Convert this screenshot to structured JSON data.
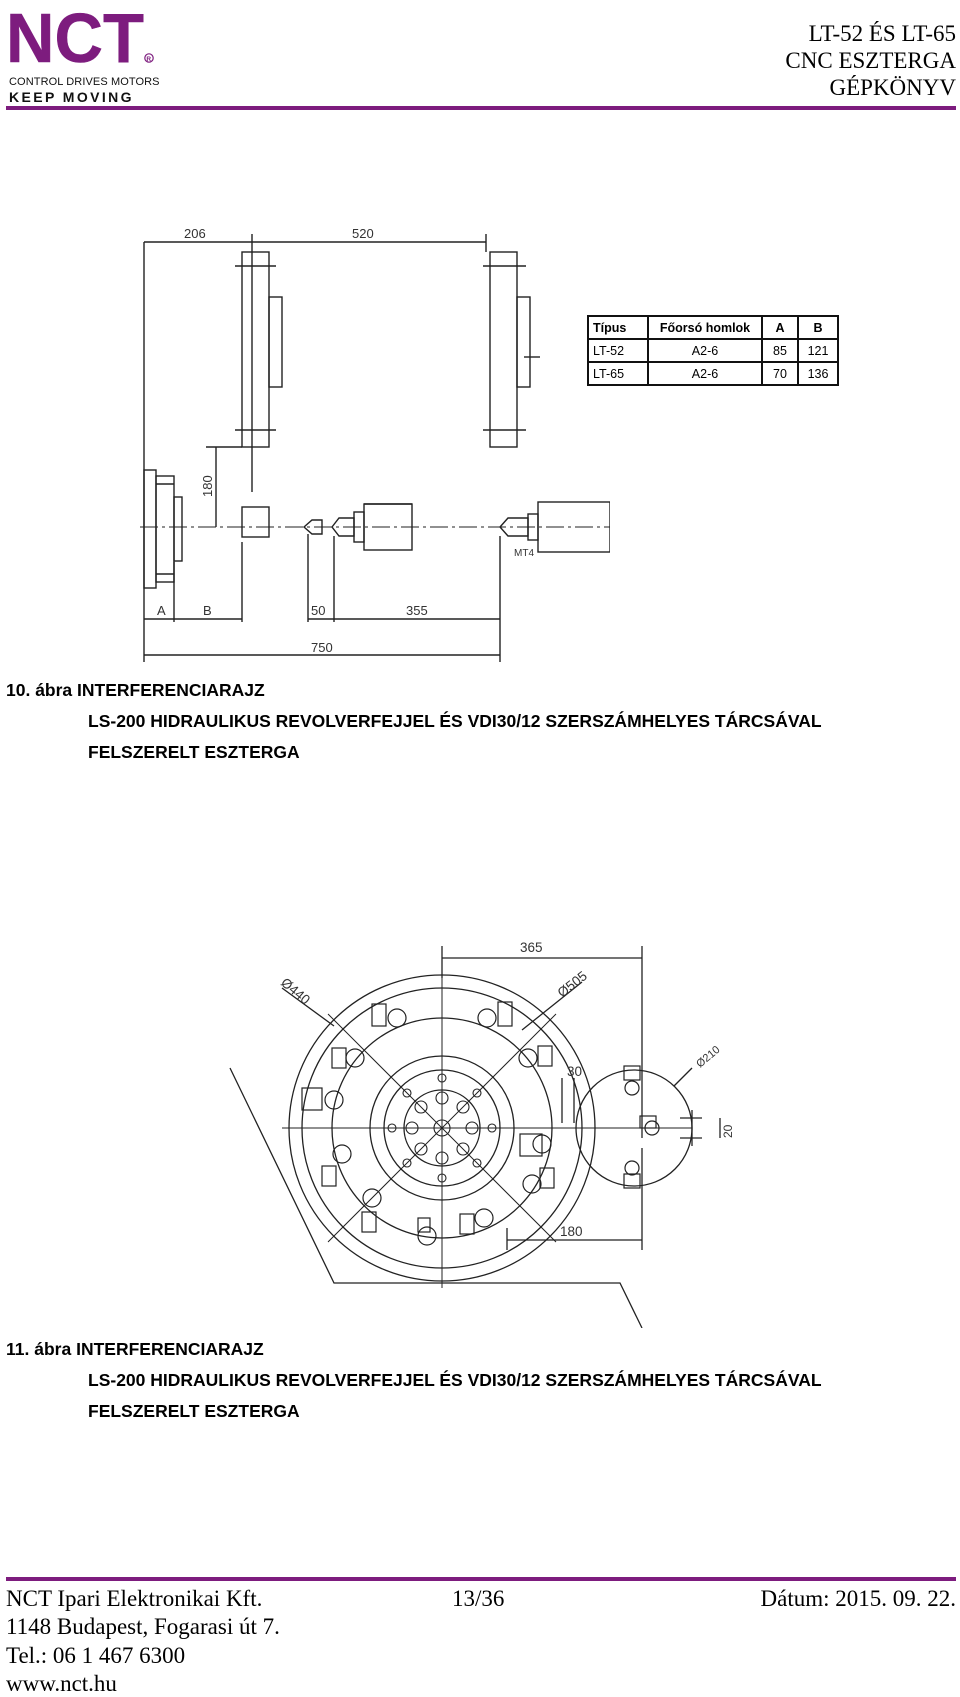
{
  "header": {
    "logo_text": "NCT",
    "logo_line1": "CONTROL DRIVES MOTORS",
    "logo_line2": "KEEP MOVING",
    "title_lines": [
      "LT-52 ÉS LT-65",
      "CNC ESZTERGA",
      "GÉPKÖNYV"
    ],
    "accent_color": "#7d1c7e"
  },
  "figure10": {
    "dimensions": {
      "d206": "206",
      "d520": "520",
      "d180": "180",
      "d50": "50",
      "d355": "355",
      "d750": "750",
      "dA": "A",
      "dB": "B",
      "mt4": "MT4"
    },
    "table": {
      "headers": [
        "Típus",
        "Főorsó homlok",
        "A",
        "B"
      ],
      "rows": [
        [
          "LT-52",
          "A2-6",
          "85",
          "121"
        ],
        [
          "LT-65",
          "A2-6",
          "70",
          "136"
        ]
      ]
    },
    "caption_number": "10. ábra",
    "caption_title": "INTERFERENCIARAJZ",
    "caption_line1": "LS-200 HIDRAULIKUS REVOLVERFEJJEL ÉS VDI30/12 SZERSZÁMHELYES TÁRCSÁVAL",
    "caption_line2": "FELSZERELT ESZTERGA"
  },
  "figure11": {
    "dimensions": {
      "d365": "365",
      "d440": "Ø440",
      "d505": "Ø505",
      "d30": "30",
      "d210": "Ø210",
      "d20": "20",
      "d180": "180"
    },
    "caption_number": "11. ábra",
    "caption_title": "INTERFERENCIARAJZ",
    "caption_line1": "LS-200 HIDRAULIKUS REVOLVERFEJJEL ÉS VDI30/12 SZERSZÁMHELYES TÁRCSÁVAL",
    "caption_line2": "FELSZERELT ESZTERGA"
  },
  "footer": {
    "company": "NCT Ipari Elektronikai Kft.",
    "page": "13/36",
    "date": "Dátum: 2015. 09. 22.",
    "address": "1148 Budapest, Fogarasi út 7.",
    "tel": "Tel.: 06 1 467 6300",
    "web": "www.nct.hu"
  }
}
